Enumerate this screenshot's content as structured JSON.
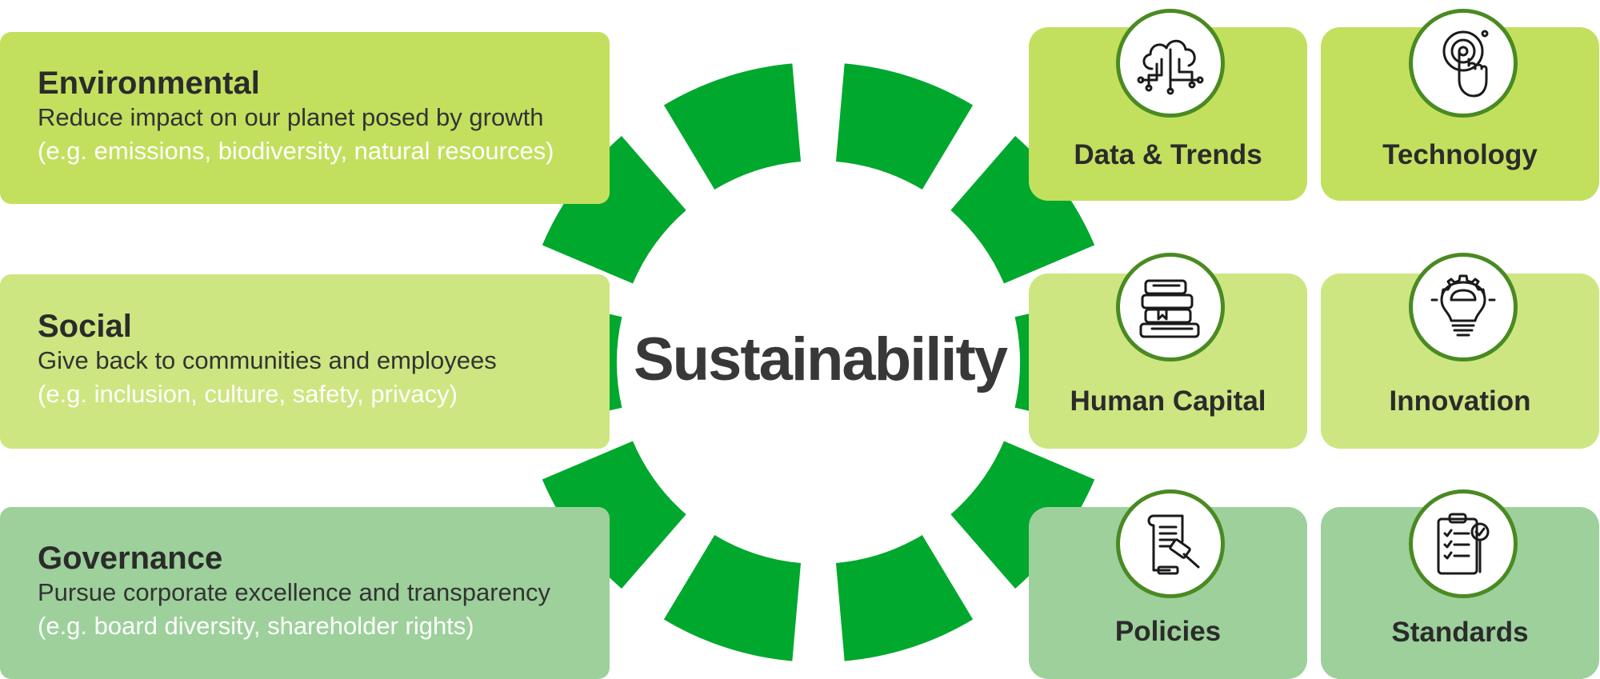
{
  "center": {
    "title": "Sustainability"
  },
  "colors": {
    "ring": "#00a82d",
    "environmental": "#c2e05e",
    "social": "#cde681",
    "governance": "#9dd09b",
    "icon_border": "#4a8a22"
  },
  "pillars": [
    {
      "title": "Environmental",
      "description": "Reduce impact on our planet posed by growth",
      "examples": "(e.g. emissions, biodiversity, natural resources)"
    },
    {
      "title": "Social",
      "description": "Give back to communities and employees",
      "examples": "(e.g. inclusion, culture, safety, privacy)"
    },
    {
      "title": "Governance",
      "description": "Pursue corporate excellence and transparency",
      "examples": "(e.g. board diversity, shareholder rights)"
    }
  ],
  "cards": [
    {
      "label": "Data & Trends",
      "icon": "cloud-circuit-icon"
    },
    {
      "label": "Technology",
      "icon": "touch-icon"
    },
    {
      "label": "Human Capital",
      "icon": "books-icon"
    },
    {
      "label": "Innovation",
      "icon": "lightbulb-gear-icon"
    },
    {
      "label": "Policies",
      "icon": "document-gavel-icon"
    },
    {
      "label": "Standards",
      "icon": "clipboard-check-icon"
    }
  ]
}
